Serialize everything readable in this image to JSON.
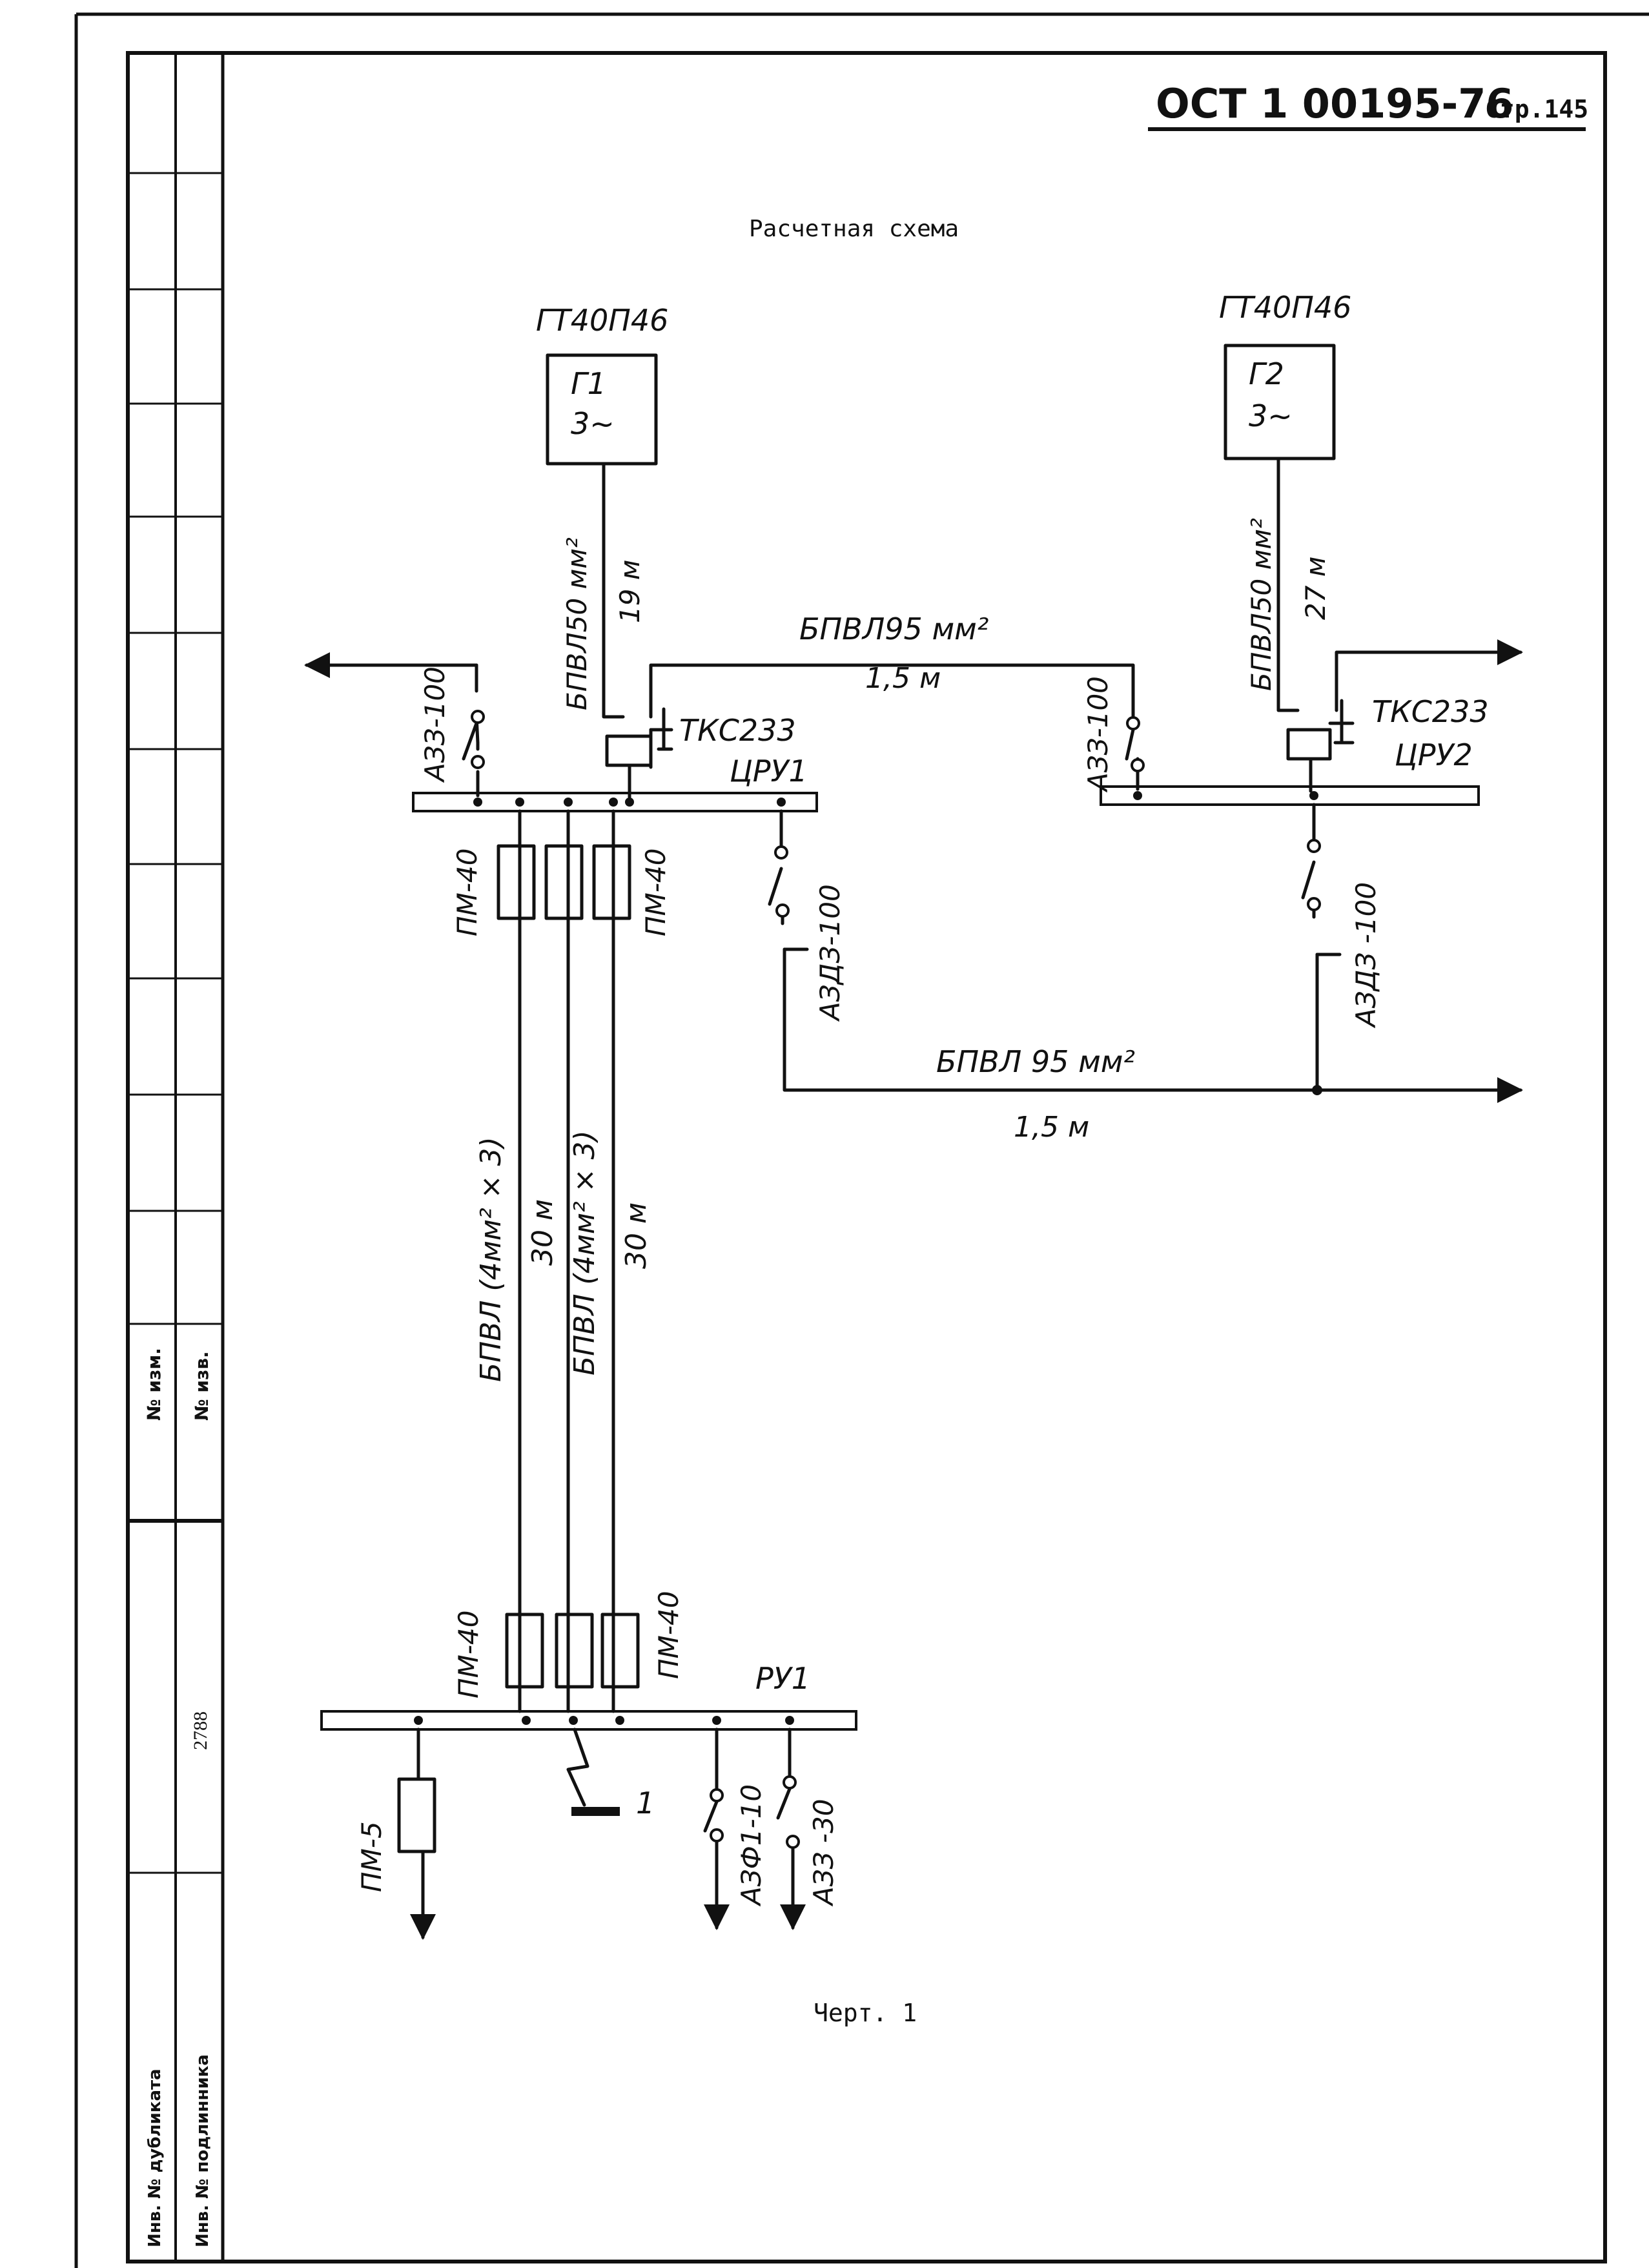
{
  "header": {
    "doc_code": "ОСТ 1 00195-76",
    "page": "Стр.145"
  },
  "title": "Расчетная схема",
  "caption": "Черт. 1",
  "stamp": {
    "izm": "№ изм.",
    "izv": "№ изв.",
    "inv_number": "2788",
    "dublikat": "Инв. № дубликата",
    "podlinnik": "Инв. № подлинника"
  },
  "generators": [
    {
      "type": "ГТ40П46",
      "name": "Г1",
      "phase": "3~",
      "cable": "БПВЛ50 мм²",
      "length": "19 м"
    },
    {
      "type": "ГТ40П46",
      "name": "Г2",
      "phase": "3~",
      "cable": "БПВЛ50 мм²",
      "length": "27 м"
    }
  ],
  "contactors": {
    "left": "ТКС233",
    "right": "ТКС233"
  },
  "buses": {
    "cru1": "ЦРУ1",
    "cru2": "ЦРУ2",
    "ru1": "РУ1"
  },
  "tie_top": {
    "cable": "БПВЛ95 мм²",
    "length": "1,5 м"
  },
  "tie_bottom": {
    "cable": "БПВЛ 95 мм²",
    "length": "1,5 м"
  },
  "breakers": {
    "az3_left": "АЗЗ-100",
    "az3_right": "АЗЗ-100",
    "azd_left": "АЗДЗ-100",
    "azd_right": "АЗДЗ -100",
    "azf": "АЗФ1-10",
    "az3_30": "АЗЗ -30"
  },
  "fuses": {
    "top_left": "ПМ-40",
    "top_right": "ПМ-40",
    "bot_left": "ПМ-40",
    "bot_right": "ПМ-40",
    "pm5": "ПМ-5"
  },
  "feeders": [
    {
      "cable": "БПВЛ (4мм² × 3)",
      "length": "30 м"
    },
    {
      "cable": "БПВЛ (4мм² × 3)",
      "length": "30 м"
    }
  ],
  "fault": "1"
}
